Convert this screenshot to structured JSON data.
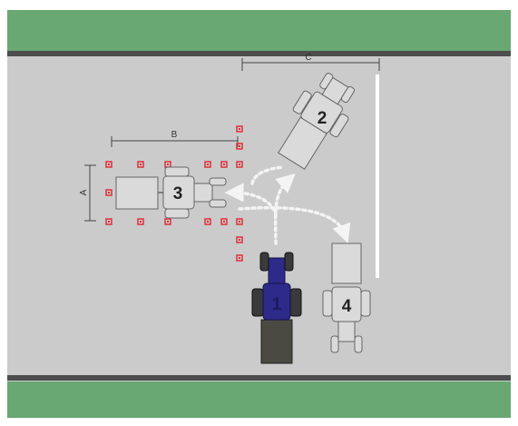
{
  "diagram": {
    "vehicle_labels": {
      "v1": "1",
      "v2": "2",
      "v3": "3",
      "v4": "4"
    },
    "dimension_labels": {
      "a": "A",
      "b": "B",
      "c": "C"
    },
    "colors": {
      "grass": "#69a872",
      "road": "#cbcbcb",
      "road_edge": "#4d4d4d",
      "active_tractor": "#2e2a8a",
      "active_trailer": "#4a4a42",
      "ghost_vehicle": "#dadada",
      "marker": "#e0303a",
      "arrow": "#f4f4f4"
    }
  }
}
